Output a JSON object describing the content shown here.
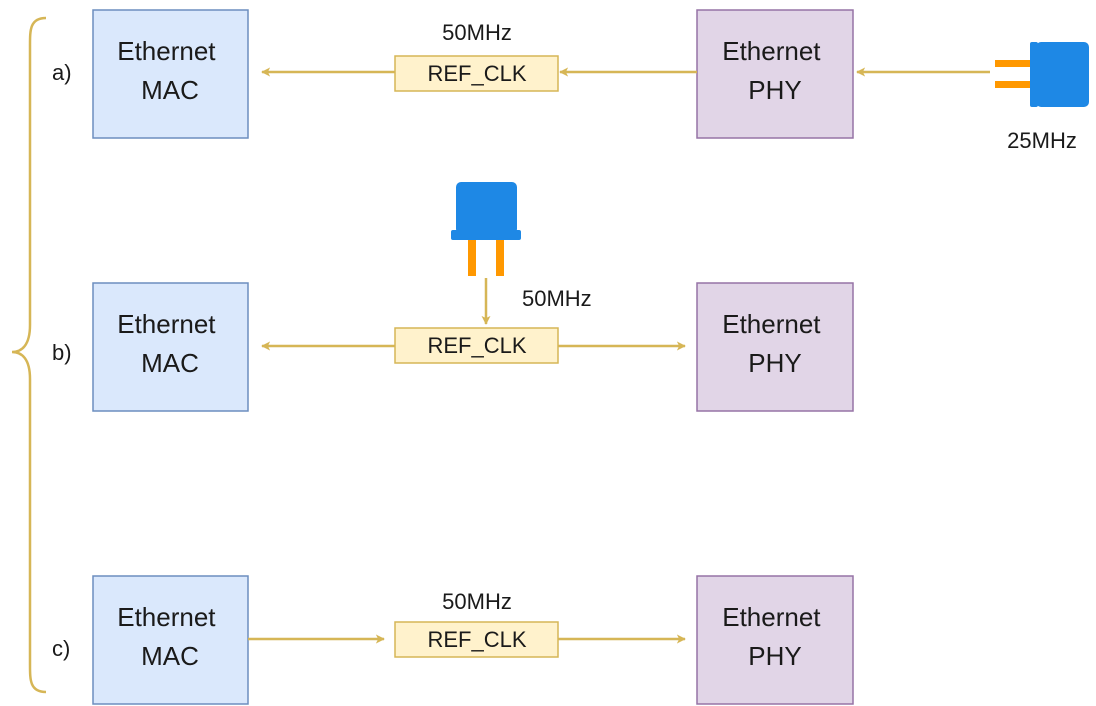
{
  "colors": {
    "mac_fill": "#dae8fc",
    "mac_stroke": "#6c8ebf",
    "phy_fill": "#e1d5e7",
    "phy_stroke": "#9673a6",
    "clk_fill": "#fff2cc",
    "clk_stroke": "#d6b656",
    "arrow": "#d6b656",
    "crystal_body": "#1e88e5",
    "crystal_pins": "#ff9800"
  },
  "rows": [
    {
      "label": "a)",
      "mac": "Ethernet\nMAC",
      "phy": "Ethernet\nPHY",
      "clk_label": "REF_CLK",
      "freq": "50MHz",
      "crystal_freq": "25MHz"
    },
    {
      "label": "b)",
      "mac": "Ethernet\nMAC",
      "phy": "Ethernet\nPHY",
      "clk_label": "REF_CLK",
      "freq": "50MHz"
    },
    {
      "label": "c)",
      "mac": "Ethernet\nMAC",
      "phy": "Ethernet\nPHY",
      "clk_label": "REF_CLK",
      "freq": "50MHz"
    }
  ],
  "icons": {
    "brace": "curly-brace-icon",
    "crystal": "crystal-oscillator-icon"
  }
}
